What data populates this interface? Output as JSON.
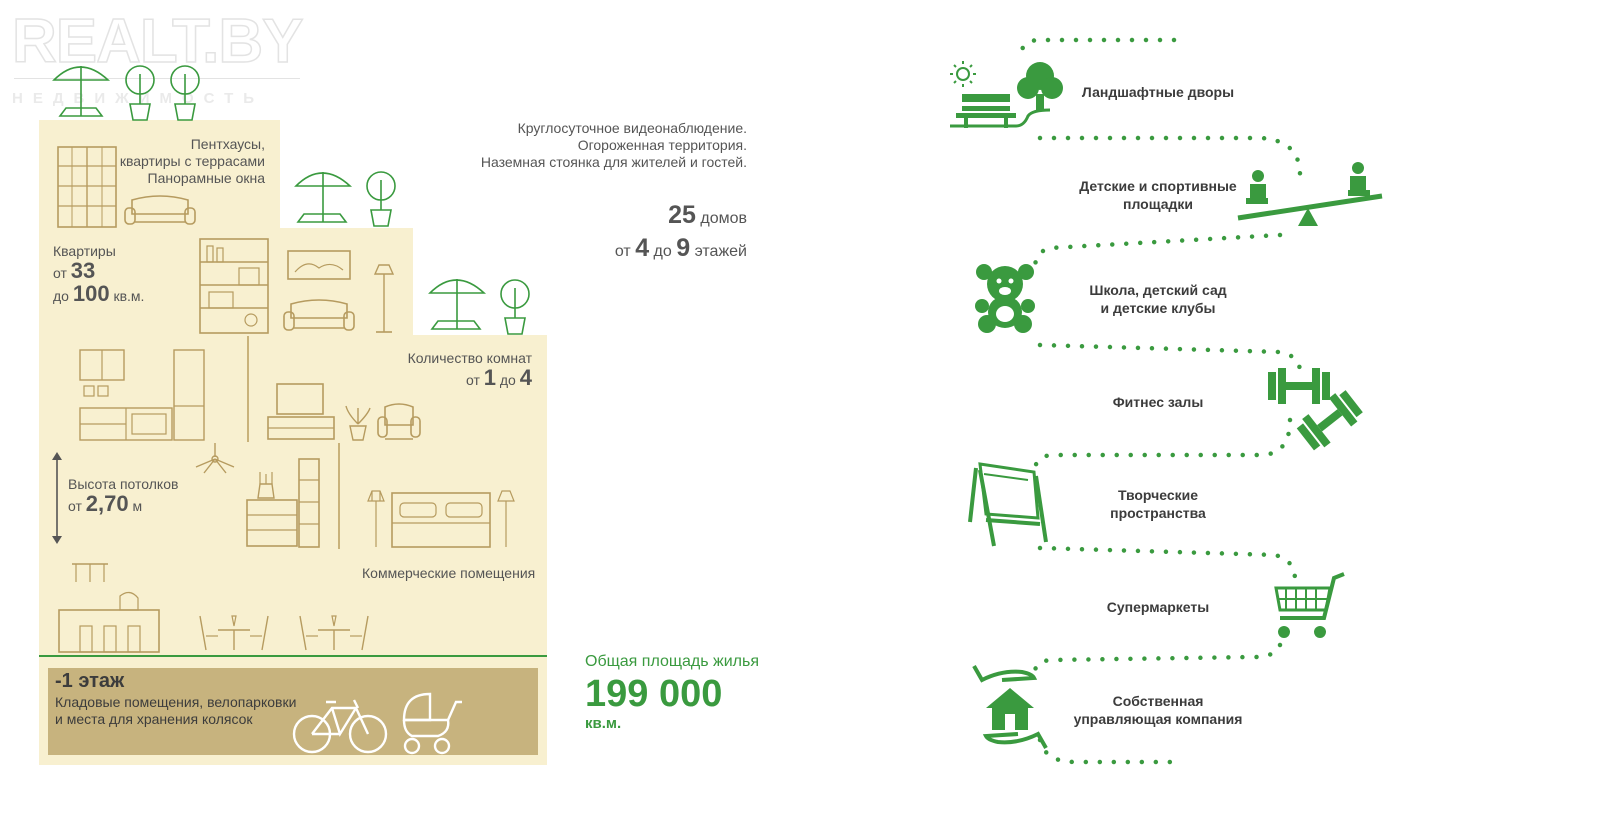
{
  "watermark": {
    "brand": "REALT.BY",
    "tagline": "НЕДВИЖИМОСТЬ"
  },
  "building": {
    "penthouse": {
      "line1": "Пентхаусы,",
      "line2": "квартиры с террасами",
      "line3": "Панорамные окна"
    },
    "apartments": {
      "label": "Квартиры",
      "from_word": "от",
      "from_val": "33",
      "to_word": "до",
      "to_val": "100",
      "unit": "кв.м."
    },
    "rooms": {
      "label": "Количество комнат",
      "from_word": "от",
      "from_val": "1",
      "to_word": "до",
      "to_val": "4"
    },
    "ceiling": {
      "label": "Высота потолков",
      "from_word": "от",
      "value": "2,70",
      "unit": "м"
    },
    "commercial": {
      "label": "Коммерческие помещения"
    },
    "basement": {
      "title": "-1 этаж",
      "line1": "Кладовые помещения, велопарковки",
      "line2": "и места для хранения колясок"
    }
  },
  "info": {
    "security_line1": "Круглосуточное видеонаблюдение.",
    "security_line2": "Огороженная территория.",
    "security_line3": "Наземная стоянка для жителей и гостей.",
    "houses_count": "25",
    "houses_word": "домов",
    "floors_from_word": "от",
    "floors_from": "4",
    "floors_to_word": "до",
    "floors_to": "9",
    "floors_word": "этажей",
    "area_label": "Общая площадь жилья",
    "area_value": "199 000",
    "area_unit": "кв.м."
  },
  "amenities": [
    {
      "line1": "Ландшафтные дворы",
      "line2": "",
      "icon": "park-icon"
    },
    {
      "line1": "Детские и спортивные",
      "line2": "площадки",
      "icon": "seesaw-icon"
    },
    {
      "line1": "Школа, детский сад",
      "line2": "и детские клубы",
      "icon": "teddy-bear-icon"
    },
    {
      "line1": "Фитнес залы",
      "line2": "",
      "icon": "dumbbell-icon"
    },
    {
      "line1": "Творческие",
      "line2": "пространства",
      "icon": "easel-icon"
    },
    {
      "line1": "Супермаркеты",
      "line2": "",
      "icon": "shopping-cart-icon"
    },
    {
      "line1": "Собственная",
      "line2": "управляющая компания",
      "icon": "house-hands-icon"
    }
  ],
  "colors": {
    "floor": "#f8f0d0",
    "basement": "#c7b37e",
    "gold": "#b69b5f",
    "green": "#3a9a3f",
    "text": "#555555"
  }
}
